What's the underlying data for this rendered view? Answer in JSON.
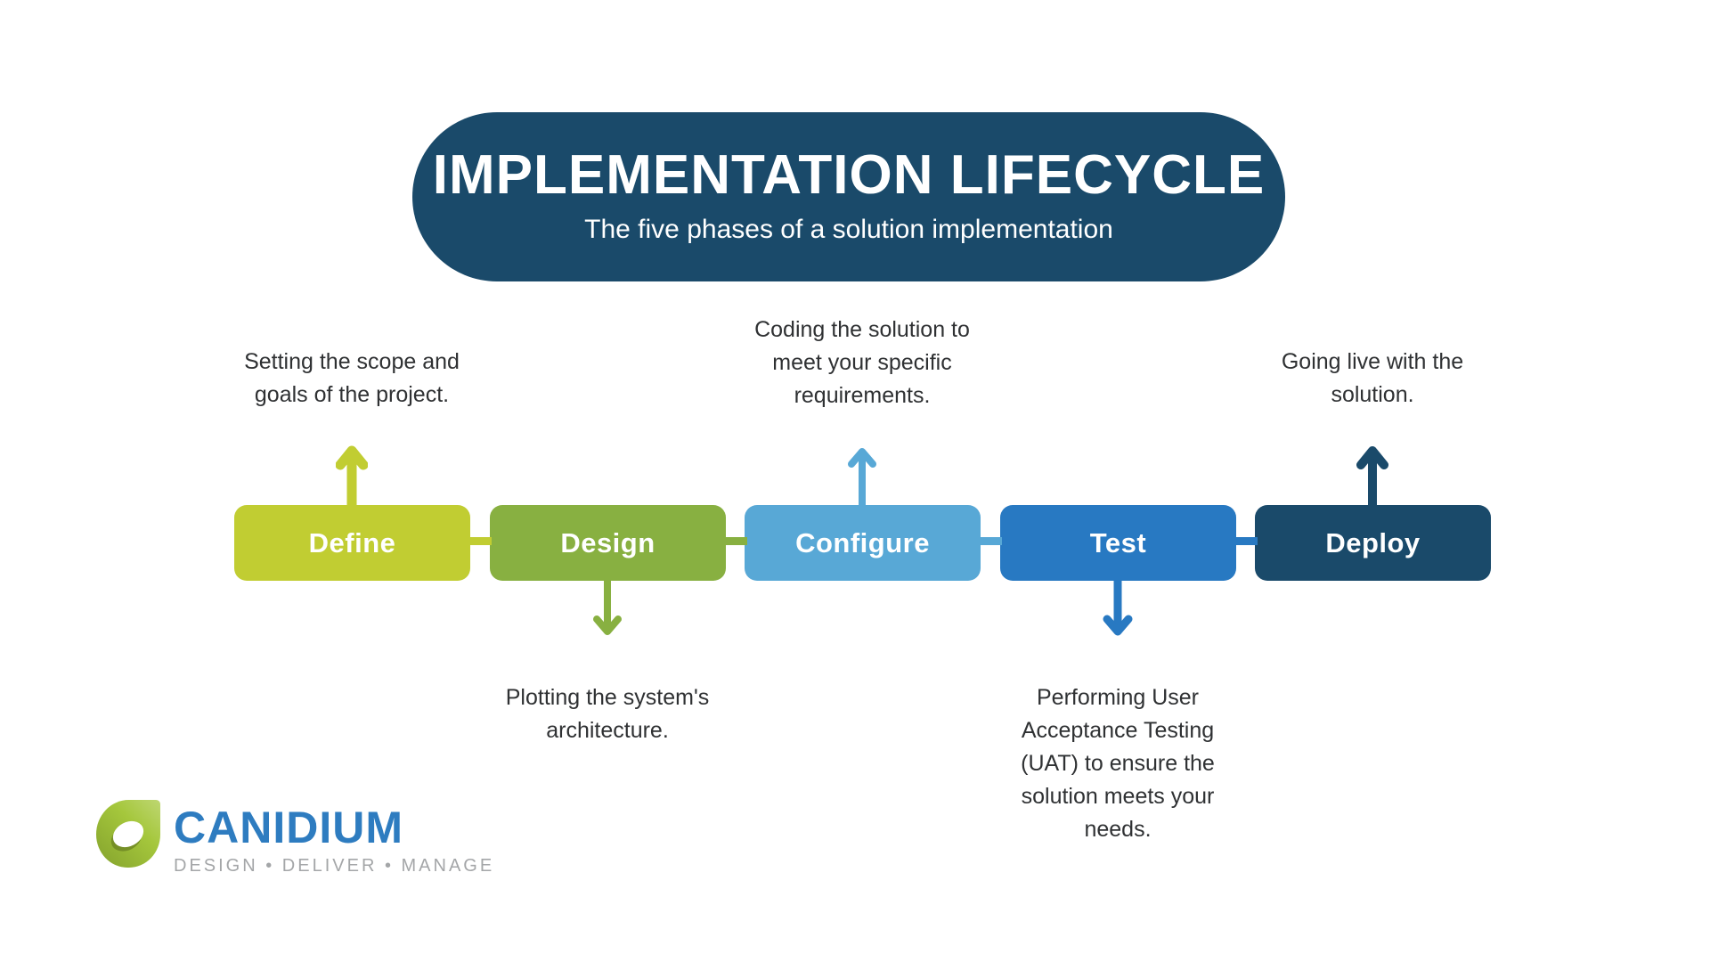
{
  "title_block": {
    "title": "IMPLEMENTATION LIFECYCLE",
    "subtitle": "The five phases of a solution implementation",
    "bg_color": "#1a4a6a",
    "text_color": "#ffffff"
  },
  "phases": [
    {
      "label": "Define",
      "color": "#c1cd32",
      "arrow_direction": "up",
      "desc_lines": [
        "Setting the scope and",
        "goals of the project."
      ]
    },
    {
      "label": "Design",
      "color": "#88b041",
      "arrow_direction": "down",
      "desc_lines": [
        "Plotting the system's",
        "architecture."
      ]
    },
    {
      "label": "Configure",
      "color": "#58a8d6",
      "arrow_direction": "up",
      "desc_lines": [
        "Coding the solution to",
        "meet your specific",
        "requirements."
      ]
    },
    {
      "label": "Test",
      "color": "#2879c2",
      "arrow_direction": "down",
      "desc_lines": [
        "Performing User",
        "Acceptance Testing",
        "(UAT) to ensure the",
        "solution meets your",
        "needs."
      ]
    },
    {
      "label": "Deploy",
      "color": "#1a4a6a",
      "arrow_direction": "up",
      "desc_lines": [
        "Going live with the",
        "solution."
      ]
    }
  ],
  "connectors": [
    {
      "color": "#c1cd32"
    },
    {
      "color": "#88b041"
    },
    {
      "color": "#58a8d6"
    },
    {
      "color": "#2879c2"
    }
  ],
  "logo": {
    "name": "CANIDIUM",
    "tagline": "DESIGN • DELIVER • MANAGE",
    "name_color": "#2e7cc0",
    "tagline_color": "#a4a6a8",
    "icon_color": "#a5c73c"
  },
  "colors": {
    "background": "#ffffff",
    "body_text": "#2f3133"
  }
}
